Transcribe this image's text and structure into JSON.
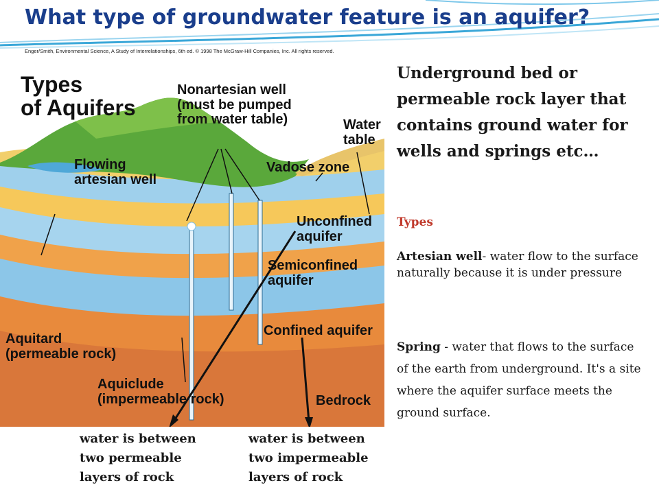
{
  "title": "What type of groundwater feature is an aquifer?",
  "credit": "Enger/Smith, Environmental Science, A Study of Interrelationships, 6th ed. © 1998 The McGraw-Hill Companies, Inc. All rights reserved.",
  "figure": {
    "title_line1": "Types",
    "title_line2": "of Aquifers",
    "labels": {
      "nonartesian_1": "Nonartesian well",
      "nonartesian_2": "(must be pumped",
      "nonartesian_3": "from water table)",
      "water_table_1": "Water",
      "water_table_2": "table",
      "flowing_1": "Flowing",
      "flowing_2": "artesian well",
      "vadose": "Vadose zone",
      "unconfined_1": "Unconfined",
      "unconfined_2": "aquifer",
      "semiconfined_1": "Semiconfined",
      "semiconfined_2": "aquifer",
      "confined": "Confined aquifer",
      "aquitard_1": "Aquitard",
      "aquitard_2": "(permeable rock)",
      "aquiclude_1": "Aquiclude",
      "aquiclude_2": "(impermeable rock)",
      "bedrock": "Bedrock"
    }
  },
  "definition": "Underground bed or permeable rock layer that contains ground water for wells  and springs etc…",
  "types_heading": "Types",
  "artesian": {
    "term": "Artesian well",
    "text": "- water flow to the surface naturally because it is under pressure"
  },
  "spring": {
    "term": "Spring",
    "text": " - water  that flows to the surface of the earth from underground. It's  a site where the aquifer surface meets the ground surface."
  },
  "bottom_left": {
    "line1": "water is between",
    "line2": "two permeable",
    "line3": "layers of rock"
  },
  "bottom_right": {
    "line1": "water is between",
    "line2": "two impermeable",
    "line3": "layers of rock"
  },
  "colors": {
    "title": "#1a3e8c",
    "types": "#c0392b",
    "swoosh": "#3aa7d8"
  }
}
